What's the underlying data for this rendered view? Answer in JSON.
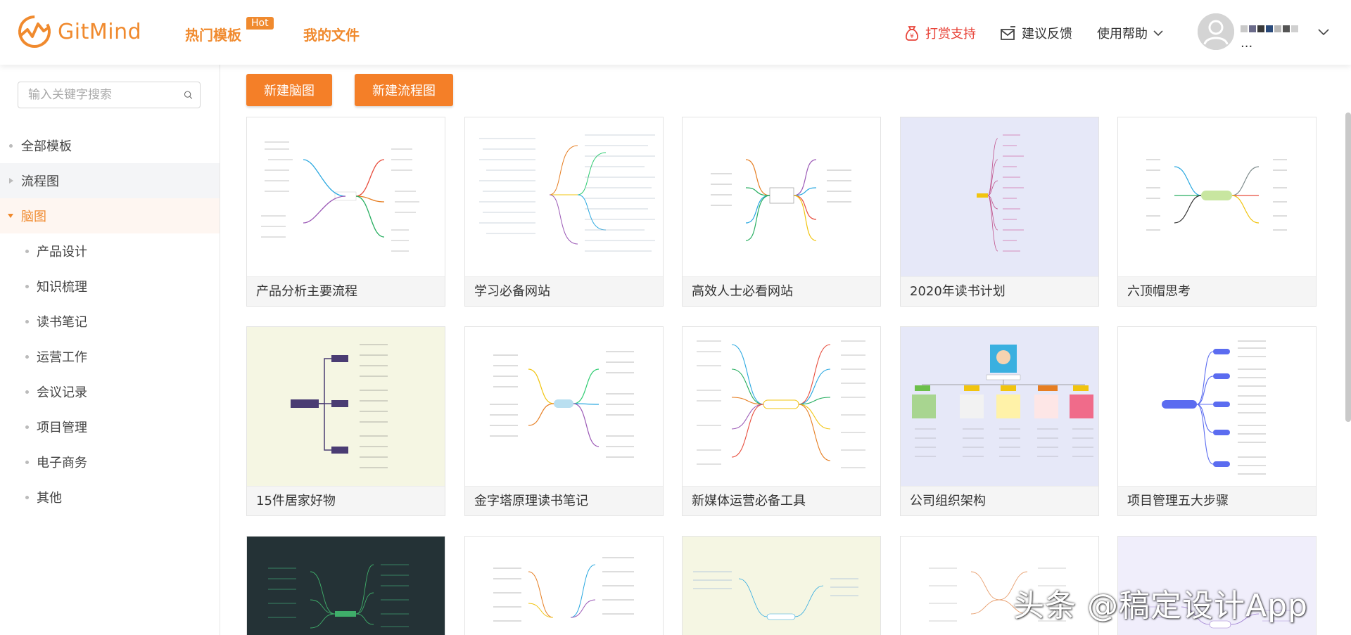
{
  "brand": {
    "name": "GitMind",
    "color": "#f08a2e"
  },
  "nav": {
    "templates": "热门模板",
    "hot_badge": "Hot",
    "my_files": "我的文件"
  },
  "header_links": {
    "donate": "打赏支持",
    "feedback": "建议反馈",
    "help": "使用帮助"
  },
  "user": {
    "name_masked": "..."
  },
  "search": {
    "placeholder": "输入关键字搜索"
  },
  "sidebar": {
    "items": [
      {
        "label": "全部模板"
      },
      {
        "label": "流程图"
      },
      {
        "label": "脑图"
      },
      {
        "label": "产品设计"
      },
      {
        "label": "知识梳理"
      },
      {
        "label": "读书笔记"
      },
      {
        "label": "运营工作"
      },
      {
        "label": "会议记录"
      },
      {
        "label": "项目管理"
      },
      {
        "label": "电子商务"
      },
      {
        "label": "其他"
      }
    ],
    "active_item": "脑图"
  },
  "actions": {
    "new_mindmap": "新建脑图",
    "new_flowchart": "新建流程图"
  },
  "templates": [
    {
      "title": "产品分析主要流程"
    },
    {
      "title": "学习必备网站"
    },
    {
      "title": "高效人士必看网站"
    },
    {
      "title": "2020年读书计划"
    },
    {
      "title": "六顶帽思考"
    },
    {
      "title": "15件居家好物"
    },
    {
      "title": "金字塔原理读书笔记"
    },
    {
      "title": "新媒体运营必备工具"
    },
    {
      "title": "公司组织架构"
    },
    {
      "title": "项目管理五大步骤"
    }
  ],
  "watermark": "头条 @稿定设计App"
}
